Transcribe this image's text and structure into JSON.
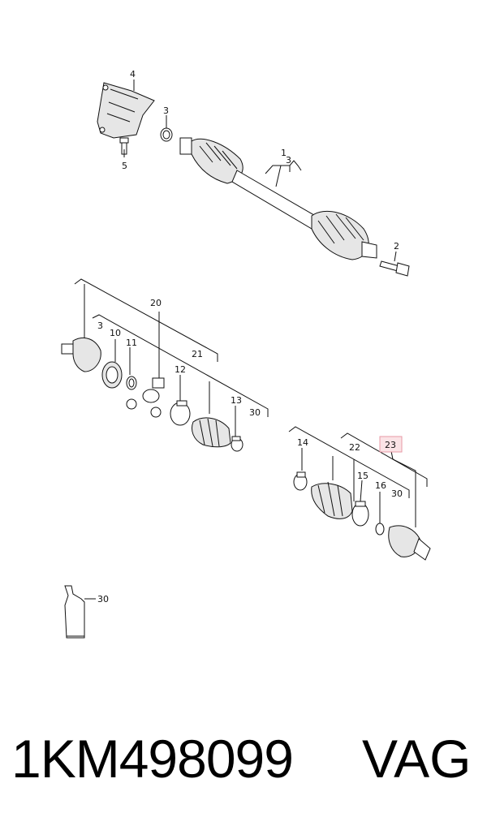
{
  "callouts": {
    "c1": "1",
    "c3a": "3",
    "c3b": "3",
    "c4": "4",
    "c5": "5",
    "c2": "2",
    "c20": "20",
    "c3c": "3",
    "c10": "10",
    "c11": "11",
    "c21": "21",
    "c12": "12",
    "c13": "13",
    "c30a": "30",
    "c14": "14",
    "c22": "22",
    "c23": "23",
    "c15": "15",
    "c16": "16",
    "c30b": "30",
    "c30c": "30"
  },
  "footer": {
    "part_number": "1KM498099",
    "brand": "VAG"
  },
  "colors": {
    "highlight_fill": "#fbe3e6",
    "highlight_stroke": "#e79aa6",
    "highlight_text": "#c9485b"
  }
}
